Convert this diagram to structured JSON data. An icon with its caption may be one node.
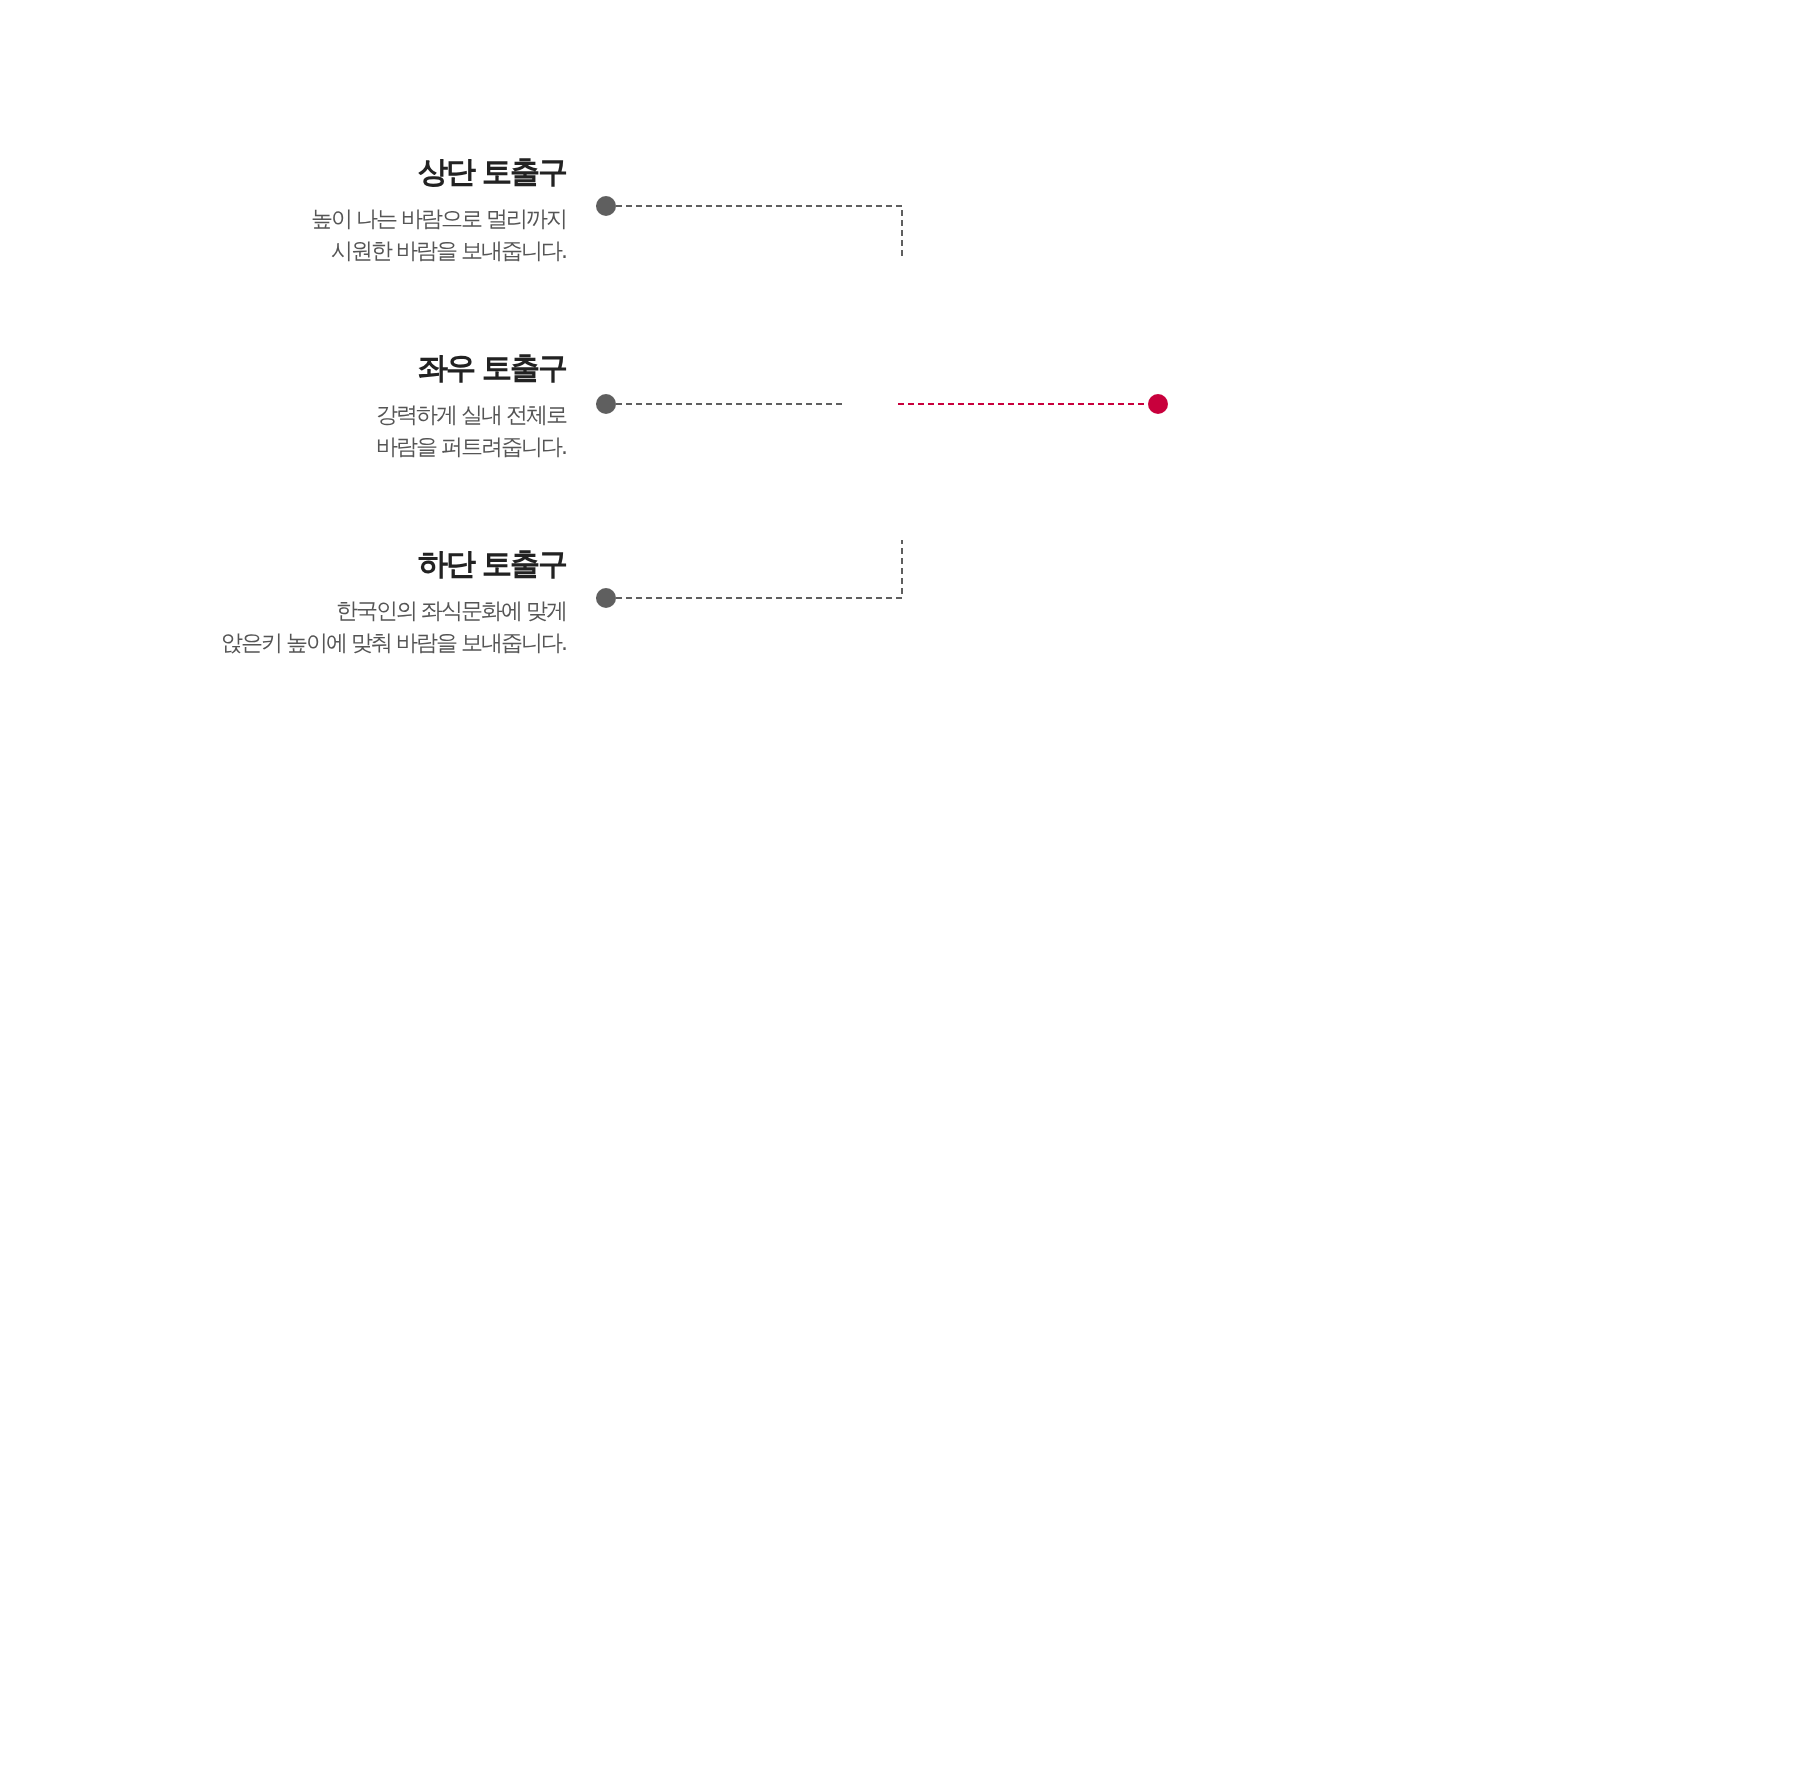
{
  "diagram": {
    "nodes": [
      {
        "text": [
          "상단 토출구",
          "높이 나는 바람으로 멀리까지 시원한 바람을 보내줍니다."
        ]
      },
      {
        "text": [
          "좌우 토출구",
          "강력하게 실내 전체로 바람을 퍼트려줍니다."
        ]
      },
      {
        "text": [
          "하단 토출구",
          "한국인의 좌식문화에 맞게 앉은키 높이에 맞춰 바람을 보내줍니다."
        ]
      },
      {
        "text": [],
        "shape": "circle"
      }
    ],
    "edges": [
      {
        "from": 0,
        "to": null,
        "arrow": "other",
        "style": "dashed"
      },
      {
        "from": 1,
        "to": null,
        "arrow": "other",
        "style": "dashed"
      },
      {
        "from": null,
        "to": 3,
        "arrow": "none",
        "style": "dashed",
        "color": "#c8003c"
      },
      {
        "from": 2,
        "to": null,
        "arrow": "other",
        "style": "dashed"
      }
    ]
  }
}
